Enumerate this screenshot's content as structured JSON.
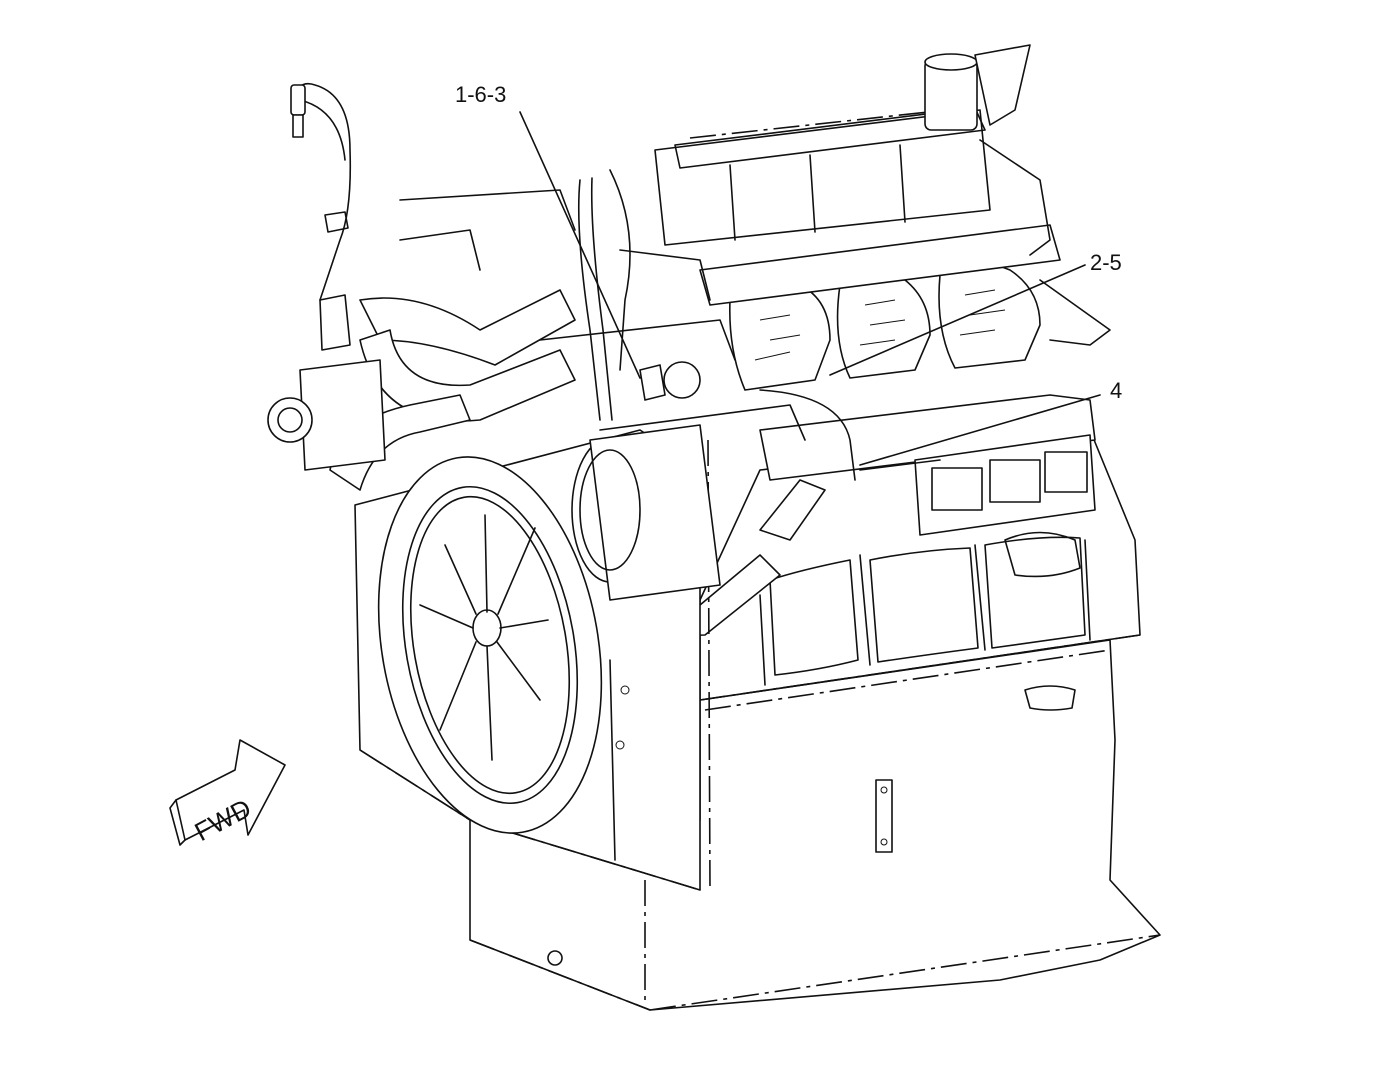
{
  "diagram": {
    "callouts": [
      {
        "id": "c1",
        "label": "1-6-3"
      },
      {
        "id": "c2",
        "label": "2-5"
      },
      {
        "id": "c3",
        "label": "4"
      }
    ],
    "direction_arrow": {
      "label": "FWD"
    }
  }
}
